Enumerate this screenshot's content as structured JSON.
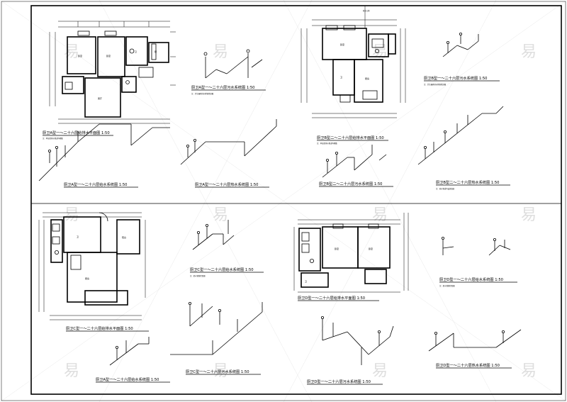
{
  "sheet": {
    "titles": {
      "p1": "厨卫A型一～二十六层给排水平面图  1:50",
      "p2": "厨卫B型二～二十六层给排水平面图  1:50",
      "p3": "厨卫C型一～二十六层给排水平面图  1:50",
      "p4": "厨卫D型一～二十六层给排水平面图  1:50",
      "a1": "厨卫A型一～二十六层污水系统图  1:50",
      "a2": "厨卫A型一～二十六层给水系统图  1:50",
      "a3": "厨卫A型一～二十六层热水系统图  1:50",
      "b1": "厨卫B型一～二十六层污水系统图  1:50",
      "b2": "厨卫B型二～二十六层污水系统图  1:50",
      "b3": "厨卫B型二～二十六层热水系统图  1:50",
      "c1": "厨卫C型一～二十六层给水系统图  1:50",
      "c2": "厨卫C型一～二十六层污水系统图  1:50",
      "d1": "厨卫D型一～二十六层给水系统图  1:50",
      "d2": "厨卫D型一～二十六层污水系统图  1:50",
      "d3": "厨卫D型一～二十六层热水系统图  1:50"
    },
    "watermark": "易"
  }
}
